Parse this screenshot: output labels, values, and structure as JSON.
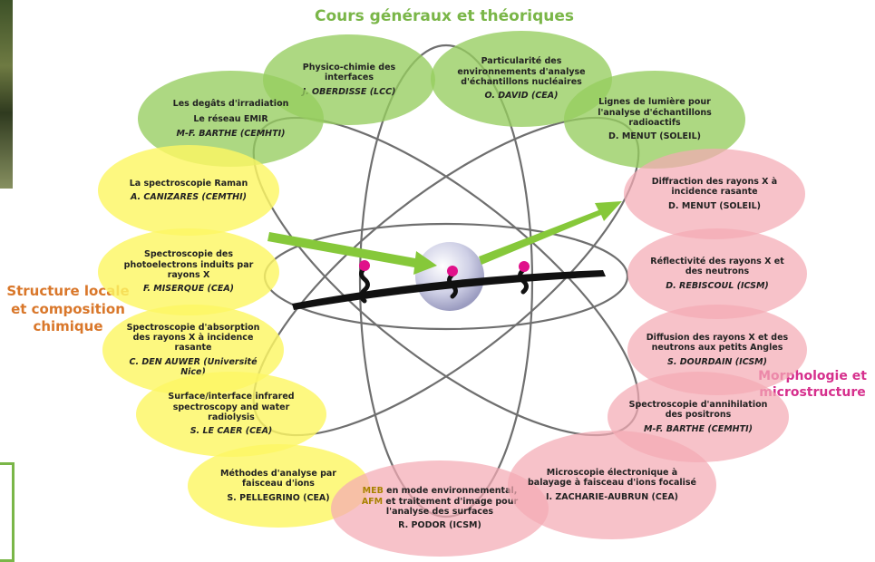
{
  "categories": {
    "top": "Cours généraux et théoriques",
    "left": "Structure locale et composition chimique",
    "right": "Morphologie et microstructure"
  },
  "bubbles": [
    {
      "title": "Physico-chimie des interfaces",
      "author": "J. OBERDISSE (LCC)"
    },
    {
      "title": "Particularité des environnements d'analyse d'échantillons nucléaires",
      "author": "O. DAVID (CEA)"
    },
    {
      "title": "Les degâts d'irradiation",
      "title2": "Le réseau EMIR",
      "author": "M-F. BARTHE (CEMHTI)"
    },
    {
      "title": "Lignes de lumière pour l'analyse d'échantillons radioactifs",
      "author": "D. MENUT (SOLEIL)"
    },
    {
      "title": "La spectroscopie Raman",
      "author": "A. CANIZARES (CEMTHI)"
    },
    {
      "title": "Spectroscopie des photoelectrons induits par rayons X",
      "author": "F. MISERQUE (CEA)"
    },
    {
      "title": "Spectroscopie d'absorption des rayons X à incidence rasante",
      "author": "C. DEN AUWER (Université Nice)"
    },
    {
      "title": "Surface/interface infrared spectroscopy and water radiolysis",
      "author": "S. LE CAER (CEA)"
    },
    {
      "title": "Méthodes d'analyse par faisceau d'ions",
      "author": "S. PELLEGRINO  (CEA)"
    },
    {
      "mark1": "MEB",
      "line1": " en mode environnemental,",
      "mark2": "AFM",
      "line2": " et traitement d'image pour l'analyse des surfaces",
      "author": "R. PODOR (ICSM)"
    },
    {
      "title": "Microscopie électronique à balayage à faisceau d'ions focalisé",
      "author": "I. ZACHARIE-AUBRUN (CEA)"
    },
    {
      "title": "Spectroscopie d'annihilation des positrons",
      "author": "M-F. BARTHE (CEMHTI)"
    },
    {
      "title": "Diffusion des rayons X et des neutrons aux petits Angles",
      "author": "S. DOURDAIN (ICSM)"
    },
    {
      "title": "Réflectivité des rayons X et des neutrons",
      "author": "D. REBISCOUL (ICSM)"
    },
    {
      "title": "Diffraction des rayons X à incidence rasante",
      "author": "D. MENUT (SOLEIL)"
    }
  ],
  "colors": {
    "general": "#96cd5f",
    "local_structure": "#fcf664",
    "morphology": "#f4aab4",
    "arrow": "#86c83a",
    "particle": "#e0118a"
  }
}
